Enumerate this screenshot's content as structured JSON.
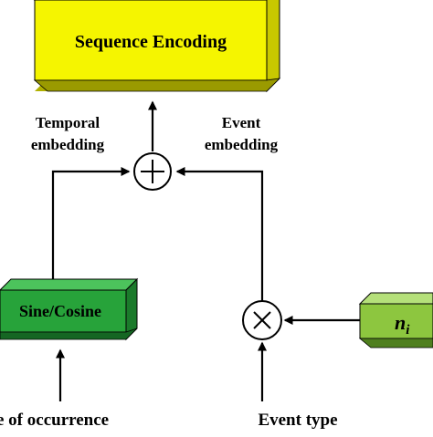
{
  "boxes": {
    "sequence_encoding": {
      "label": "Sequence Encoding",
      "color": "#F5F500"
    },
    "sine_cosine": {
      "label": "Sine/Cosine",
      "color": "#27A33A"
    },
    "n_i": {
      "label_base": "n",
      "label_sub": "i",
      "color": "#8DC63F"
    }
  },
  "labels": {
    "temporal_line1": "Temporal",
    "temporal_line2": "embedding",
    "event_line1": "Event",
    "event_line2": "embedding",
    "time_of_occurrence": "e of occurrence",
    "event_type": "Event type"
  },
  "operators": {
    "add": "+",
    "multiply": "×"
  }
}
